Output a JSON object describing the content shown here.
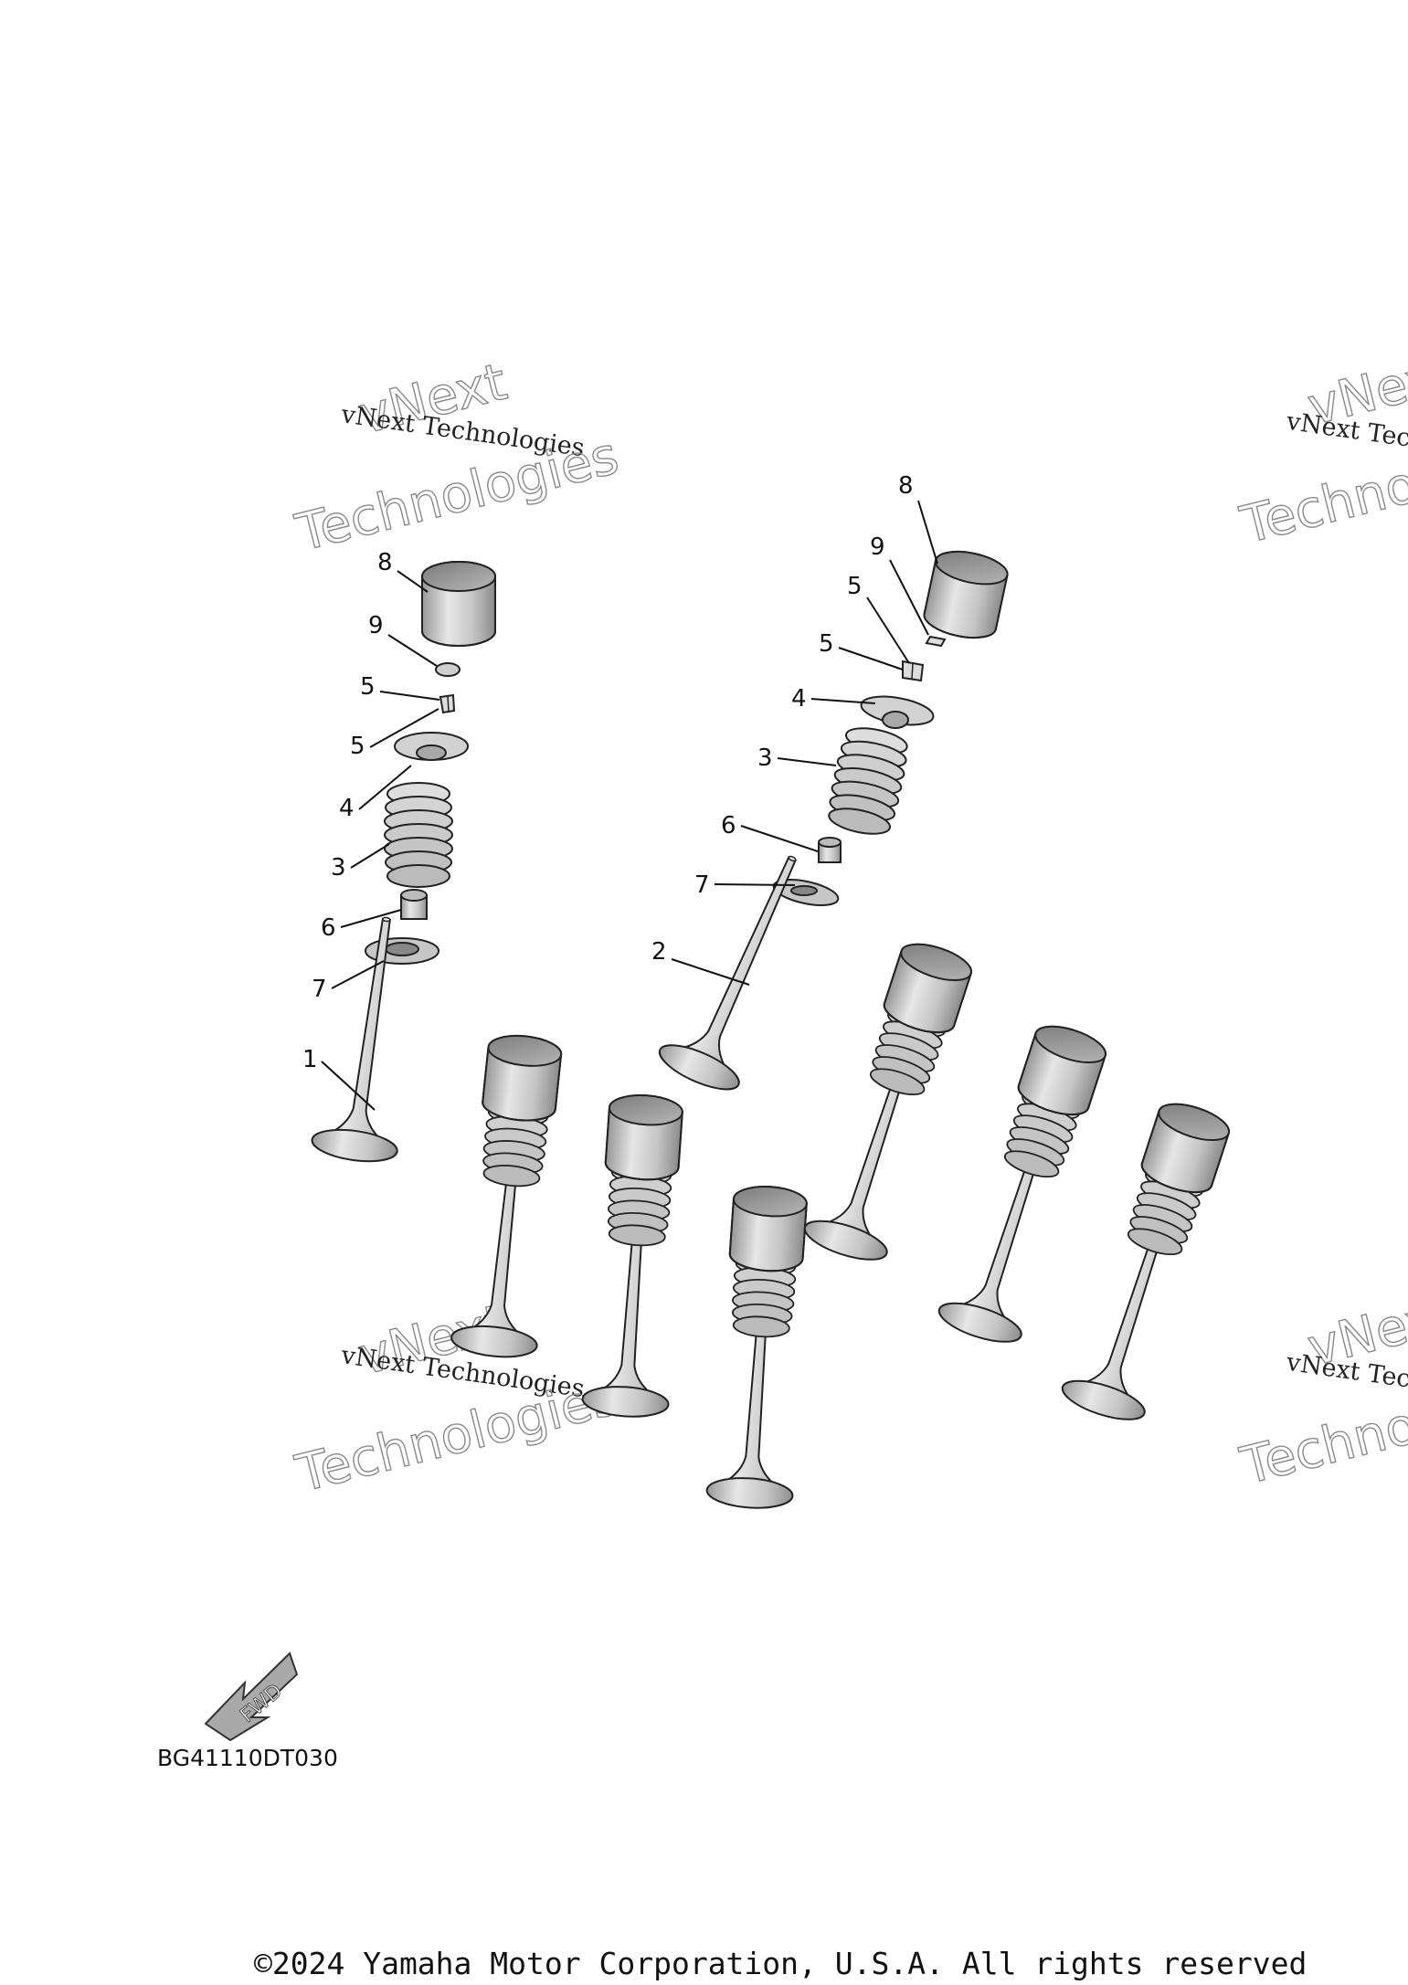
{
  "diagram_code": "BG41110DT030",
  "copyright": "©2024 Yamaha Motor Corporation, U.S.A. All rights reserved",
  "forward_label": "FWD",
  "watermark": {
    "line1": "vNext Technologies",
    "line2": "vNext",
    "line3": "Technologies"
  },
  "callouts": {
    "c1": "1",
    "c2": "2",
    "c3": "3",
    "c4": "4",
    "c5": "5",
    "c6": "6",
    "c7": "7",
    "c8": "8",
    "c9": "9"
  },
  "colors": {
    "part_fill": "#c9c9c9",
    "part_stroke": "#222222",
    "ink": "#111111"
  }
}
